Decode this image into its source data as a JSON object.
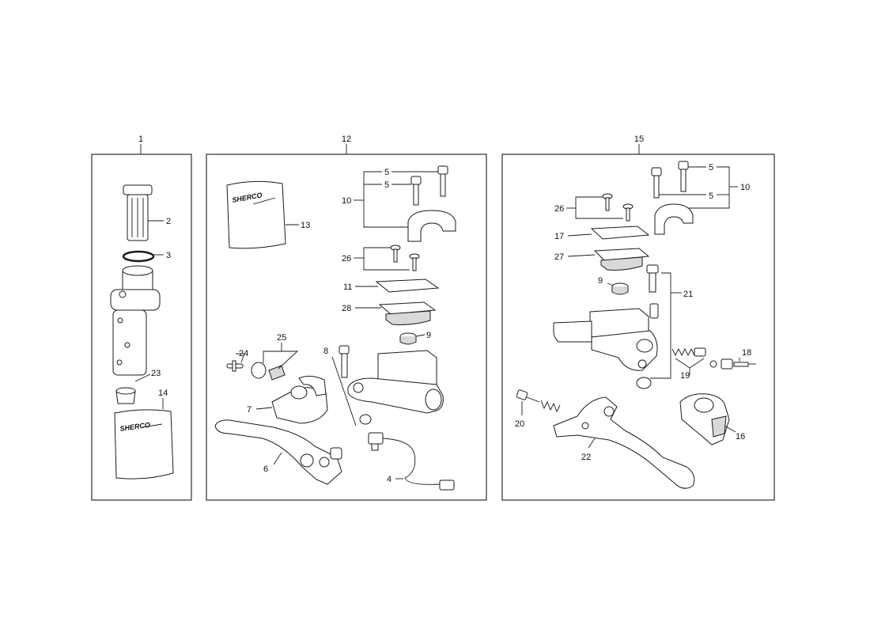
{
  "panels": [
    {
      "label": "1"
    },
    {
      "label": "12"
    },
    {
      "label": "15"
    }
  ],
  "callouts": {
    "p1": [
      "2",
      "3",
      "23",
      "14"
    ],
    "p12": [
      "5",
      "5",
      "10",
      "13",
      "26",
      "11",
      "28",
      "9",
      "25",
      "24",
      "8",
      "7",
      "6",
      "4"
    ],
    "p15": [
      "5",
      "5",
      "10",
      "26",
      "17",
      "27",
      "9",
      "21",
      "19",
      "18",
      "20",
      "22",
      "16"
    ]
  },
  "brand_text": "SHERCO",
  "colors": {
    "line": "#1a1a1a",
    "background": "#ffffff",
    "shade": "#d9d9d9"
  }
}
